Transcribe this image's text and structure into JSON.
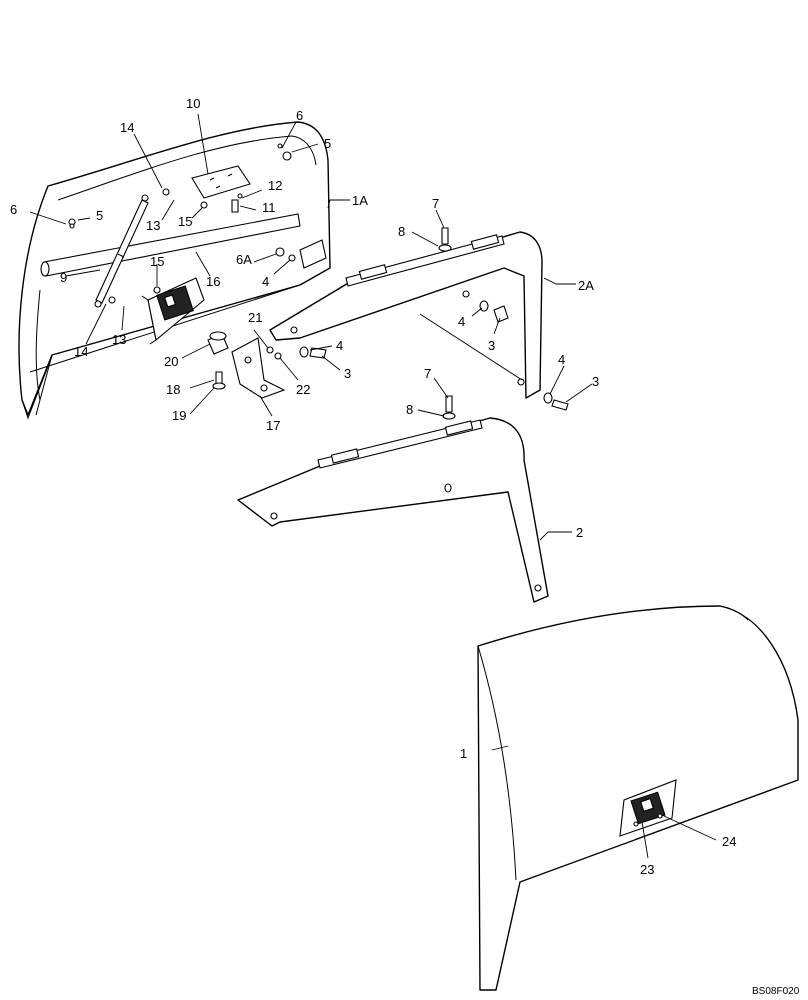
{
  "diagram": {
    "drawing_code": "BS08F020",
    "callouts": {
      "c1": "1",
      "c1A": "1A",
      "c2": "2",
      "c2A": "2A",
      "c3": "3",
      "c4": "4",
      "c5": "5",
      "c6": "6",
      "c6A": "6A",
      "c7": "7",
      "c8": "8",
      "c9": "9",
      "c10": "10",
      "c11": "11",
      "c12": "12",
      "c13": "13",
      "c14": "14",
      "c15": "15",
      "c16": "16",
      "c17": "17",
      "c18": "18",
      "c19": "19",
      "c20": "20",
      "c21": "21",
      "c22": "22",
      "c23": "23",
      "c24": "24"
    }
  }
}
